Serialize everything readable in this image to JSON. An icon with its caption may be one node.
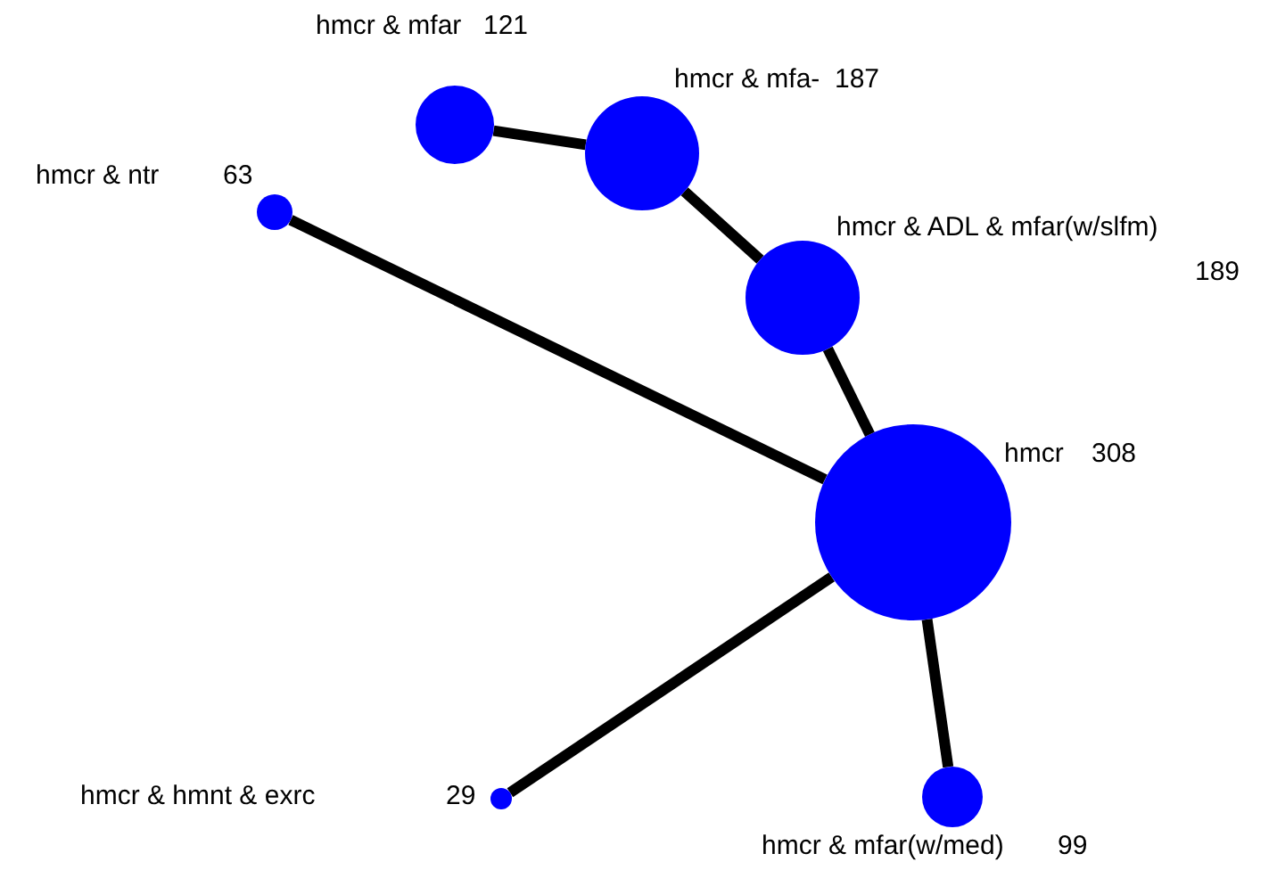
{
  "diagram": {
    "nodes": [
      {
        "text": [
          "hmcr & mfar",
          "121"
        ]
      },
      {
        "text": [
          "hmcr & mfa-",
          "187"
        ]
      },
      {
        "text": [
          "hmcr & ntr",
          "63"
        ]
      },
      {
        "text": [
          "hmcr & ADL & mfar(w/slfm)",
          "189"
        ]
      },
      {
        "text": [
          "hmcr",
          "308"
        ]
      },
      {
        "text": [
          "hmcr & hmnt & exrc",
          "29"
        ]
      },
      {
        "text": [
          "hmcr & mfar(w/med)",
          "99"
        ]
      }
    ],
    "edges": [
      {
        "from": 0,
        "to": 1,
        "arrow": "none"
      },
      {
        "from": 1,
        "to": 3,
        "arrow": "none"
      },
      {
        "from": 3,
        "to": 4,
        "arrow": "none"
      },
      {
        "from": 2,
        "to": 4,
        "arrow": "none"
      },
      {
        "from": 4,
        "to": 5,
        "arrow": "none"
      },
      {
        "from": 4,
        "to": 6,
        "arrow": "none"
      }
    ]
  }
}
